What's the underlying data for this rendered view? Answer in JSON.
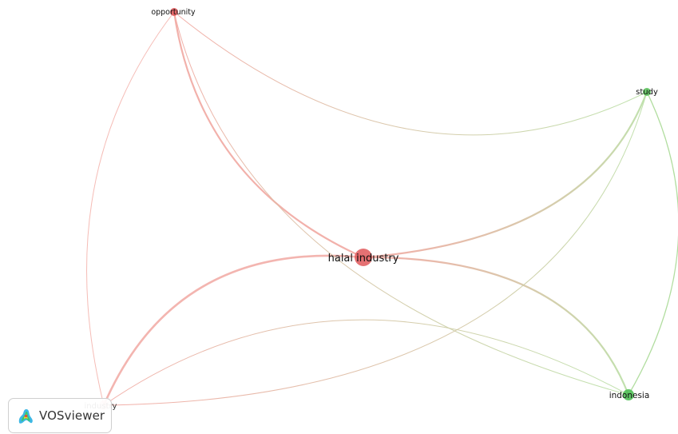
{
  "app": {
    "logo_text": "VOSviewer",
    "logo_icon": "vosviewer-logo-icon"
  },
  "colors": {
    "cluster_red": "#e0585a",
    "cluster_green": "#5cc25c",
    "edge_red": "#f2a6a0",
    "edge_green": "#b9dfa5",
    "background": "#ffffff"
  },
  "network": {
    "nodes": [
      {
        "id": "halal-industry",
        "label": "halal industry",
        "cluster": "red",
        "weight": 5
      },
      {
        "id": "opportunity",
        "label": "opportunity",
        "cluster": "red",
        "weight": 2
      },
      {
        "id": "industry",
        "label": "industry",
        "cluster": "red",
        "weight": 2
      },
      {
        "id": "study",
        "label": "study",
        "cluster": "green",
        "weight": 2
      },
      {
        "id": "indonesia",
        "label": "indonesia",
        "cluster": "green",
        "weight": 3
      }
    ],
    "links": [
      {
        "source": "halal-industry",
        "target": "opportunity",
        "strength": 3
      },
      {
        "source": "halal-industry",
        "target": "industry",
        "strength": 3
      },
      {
        "source": "halal-industry",
        "target": "study",
        "strength": 3
      },
      {
        "source": "halal-industry",
        "target": "indonesia",
        "strength": 3
      },
      {
        "source": "opportunity",
        "target": "industry",
        "strength": 1
      },
      {
        "source": "opportunity",
        "target": "study",
        "strength": 1
      },
      {
        "source": "opportunity",
        "target": "indonesia",
        "strength": 1
      },
      {
        "source": "industry",
        "target": "study",
        "strength": 1
      },
      {
        "source": "industry",
        "target": "indonesia",
        "strength": 1
      },
      {
        "source": "study",
        "target": "indonesia",
        "strength": 1
      }
    ]
  }
}
